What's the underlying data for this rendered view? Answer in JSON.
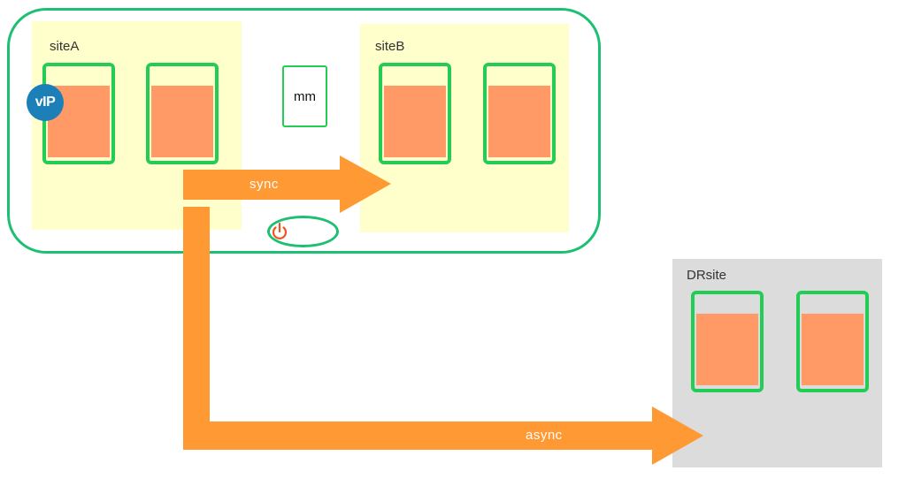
{
  "cluster": {
    "sites": [
      {
        "label": "siteA"
      },
      {
        "label": "siteB"
      }
    ],
    "witness_label": "mm",
    "vip_label": "vIP"
  },
  "dr_site": {
    "label": "DRsite"
  },
  "links": {
    "sync_label": "sync",
    "async_label": "async"
  },
  "icons": {
    "power": "power-icon",
    "vip": "vip-badge"
  },
  "colors": {
    "cluster_outline": "#1dbf73",
    "site_fill": "#ffffcc",
    "dr_site_fill": "#dcdcdc",
    "node_border": "#22cc55",
    "disk_fill": "#ff9966",
    "arrow_fill": "#ff9933",
    "vip_fill": "#1d7fb8",
    "power_icon": "#ee5522"
  }
}
